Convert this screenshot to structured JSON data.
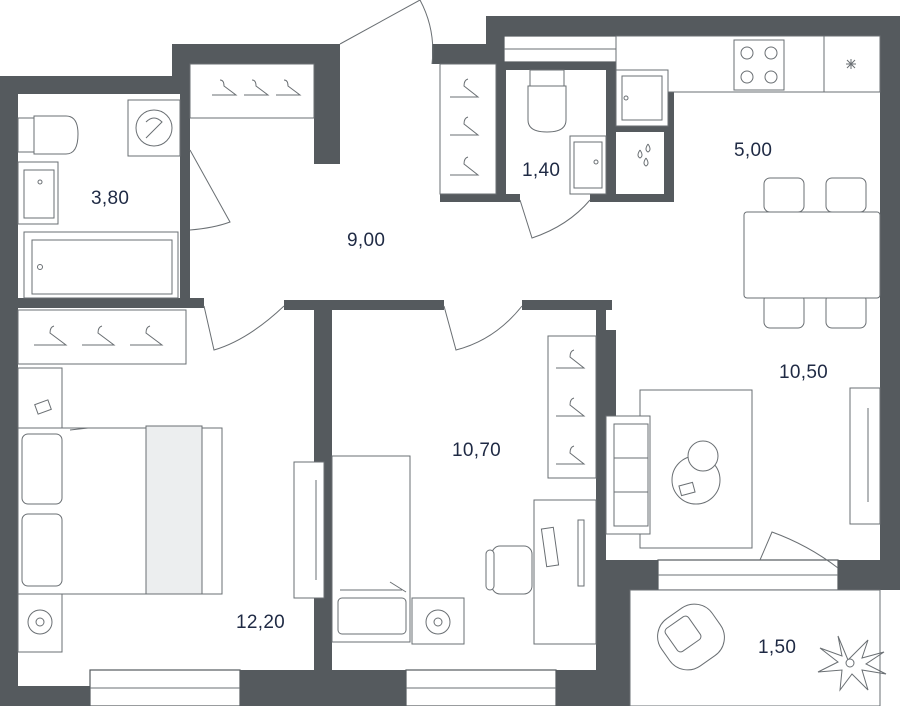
{
  "plan": {
    "room_areas": {
      "bathroom": "3,80",
      "hallway": "9,00",
      "toilet": "1,40",
      "kitchen": "5,00",
      "living": "10,50",
      "bedroom_master": "12,20",
      "bedroom_second": "10,70",
      "balcony": "1,50"
    },
    "colors": {
      "wall": "#555a5e",
      "label": "#1f2a44",
      "fixture_stroke": "#6a6f73",
      "background": "#ffffff"
    },
    "icons": [
      "bathtub-icon",
      "toilet-icon",
      "washbasin-icon",
      "washing-machine-icon",
      "hanger-icon",
      "stove-icon",
      "fridge-icon",
      "sink-icon",
      "dining-table-icon",
      "chair-icon",
      "sofa-icon",
      "coffee-table-icon",
      "double-bed-icon",
      "single-bed-icon",
      "desk-icon",
      "office-chair-icon",
      "armchair-icon",
      "plant-icon",
      "tv-icon"
    ]
  }
}
